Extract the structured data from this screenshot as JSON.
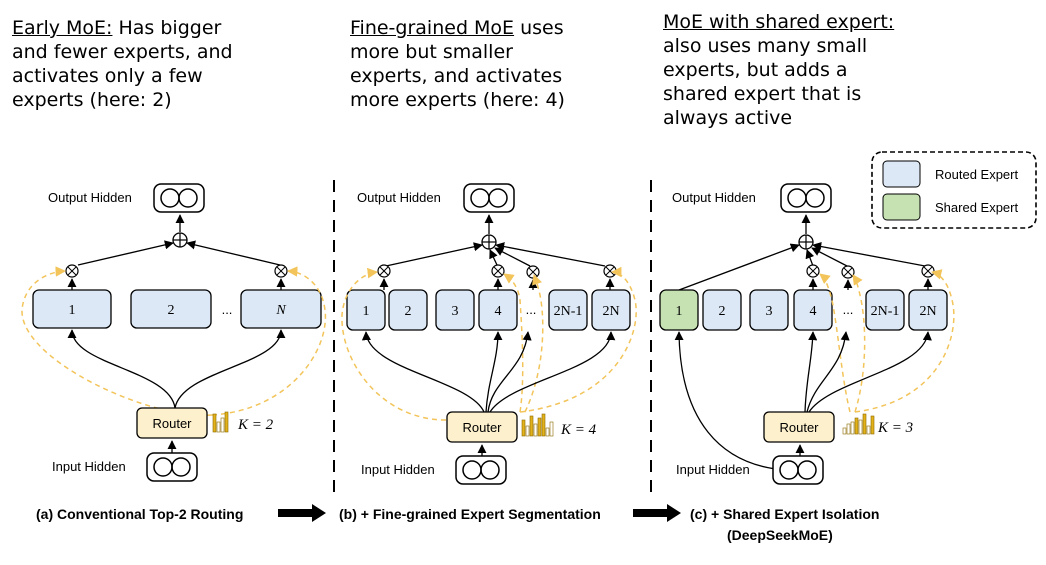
{
  "annotations": {
    "a": {
      "highlight": "Early MoE:",
      "rest": [
        " Has bigger",
        "and fewer experts, and",
        "activates only a few",
        "experts (here: 2)"
      ]
    },
    "b": {
      "highlight": "Fine-grained MoE",
      "rest": [
        " uses",
        "more but smaller",
        "experts, and activates",
        "more experts (here: 4)"
      ]
    },
    "c": {
      "highlight": "MoE with shared expert:",
      "rest": [
        "",
        "also uses many small",
        "experts, but adds a",
        "shared expert that is",
        "always active"
      ]
    }
  },
  "legend": {
    "routed": "Routed Expert",
    "shared": "Shared Expert"
  },
  "labels": {
    "output": "Output Hidden",
    "input": "Input Hidden",
    "router": "Router"
  },
  "panel_a": {
    "experts": [
      "1",
      "2",
      "N"
    ],
    "dots": "...",
    "k": "K = 2"
  },
  "panel_b": {
    "experts": [
      "1",
      "2",
      "3",
      "4",
      "2N-1",
      "2N"
    ],
    "dots": "...",
    "k": "K = 4"
  },
  "panel_c": {
    "experts": [
      "1",
      "2",
      "3",
      "4",
      "2N-1",
      "2N"
    ],
    "dots": "...",
    "k": "K = 3"
  },
  "captions": {
    "a": "(a) Conventional Top-2 Routing",
    "b": "(b) + Fine-grained Expert Segmentation",
    "c1": "(c) + Shared Expert Isolation",
    "c2": "(DeepSeekMoE)"
  },
  "colors": {
    "routed": "#dce8f5",
    "shared": "#c6e2b3",
    "router": "#fdf0cc",
    "dashed": "#f2c45a",
    "bars": "#e3b21b"
  }
}
